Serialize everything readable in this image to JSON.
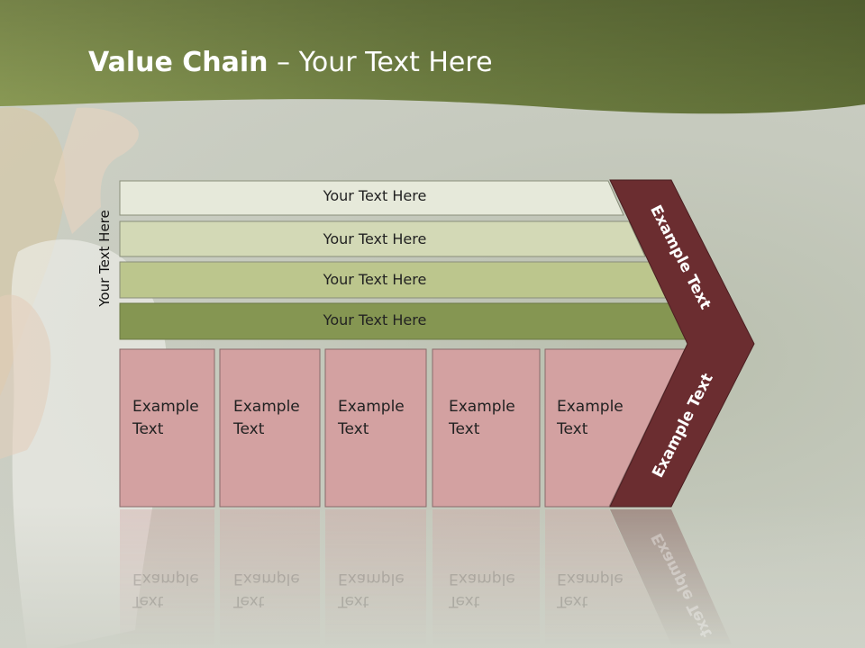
{
  "slide": {
    "title_bold": "Value Chain",
    "title_rest": " – Your Text Here",
    "side_label": "Your Text Here",
    "bars": [
      {
        "label": "Your Text Here",
        "color": "#e6e9da"
      },
      {
        "label": "Your Text Here",
        "color": "#d3d9b6"
      },
      {
        "label": "Your Text Here",
        "color": "#bcc68d"
      },
      {
        "label": "Your Text Here",
        "color": "#859652"
      }
    ],
    "boxes": [
      {
        "label_line1": "Example",
        "label_line2": "Text"
      },
      {
        "label_line1": "Example",
        "label_line2": "Text"
      },
      {
        "label_line1": "Example",
        "label_line2": "Text"
      },
      {
        "label_line1": "Example",
        "label_line2": "Text"
      },
      {
        "label_line1": "Example",
        "label_line2": "Text"
      }
    ],
    "chevron_top_label": "Example Text",
    "chevron_bottom_label": "Example Text",
    "colors": {
      "header": "#7d8c45",
      "box": "#d3a1a1",
      "chevron": "#6b2d30"
    }
  }
}
